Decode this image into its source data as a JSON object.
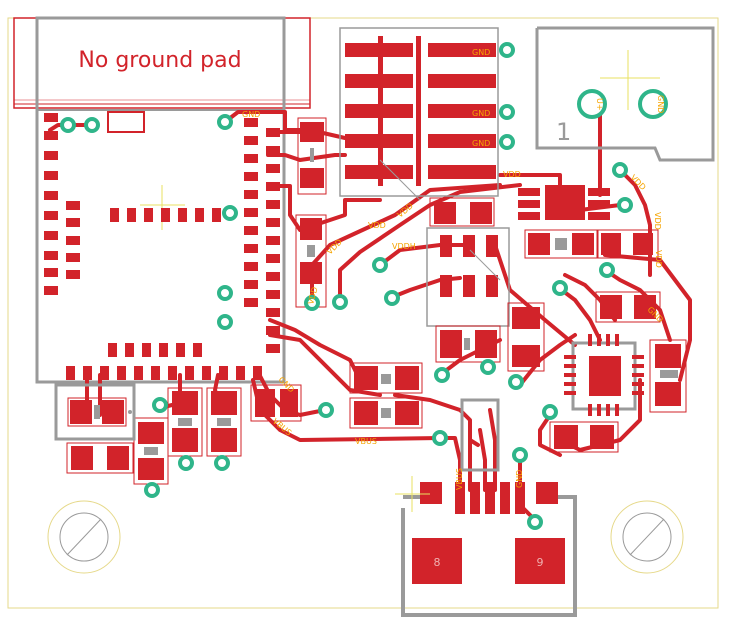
{
  "colors": {
    "background": "#ffffff",
    "copper": "#d2232a",
    "silk": "#9a9a9a",
    "outline": "#e6d98a",
    "via": "#2fb58a",
    "label": "#f5a400",
    "cross": "#e8e060"
  },
  "notes": {
    "no_ground_pad": "No ground pad"
  },
  "silk": {
    "pin_one": "1",
    "pad_left": "8",
    "pad_right": "9"
  },
  "nets": {
    "gnd": "GND",
    "vdd": "VDD",
    "vddh": "VDDH",
    "vbus": "VBUS",
    "u_plus": "U+"
  }
}
